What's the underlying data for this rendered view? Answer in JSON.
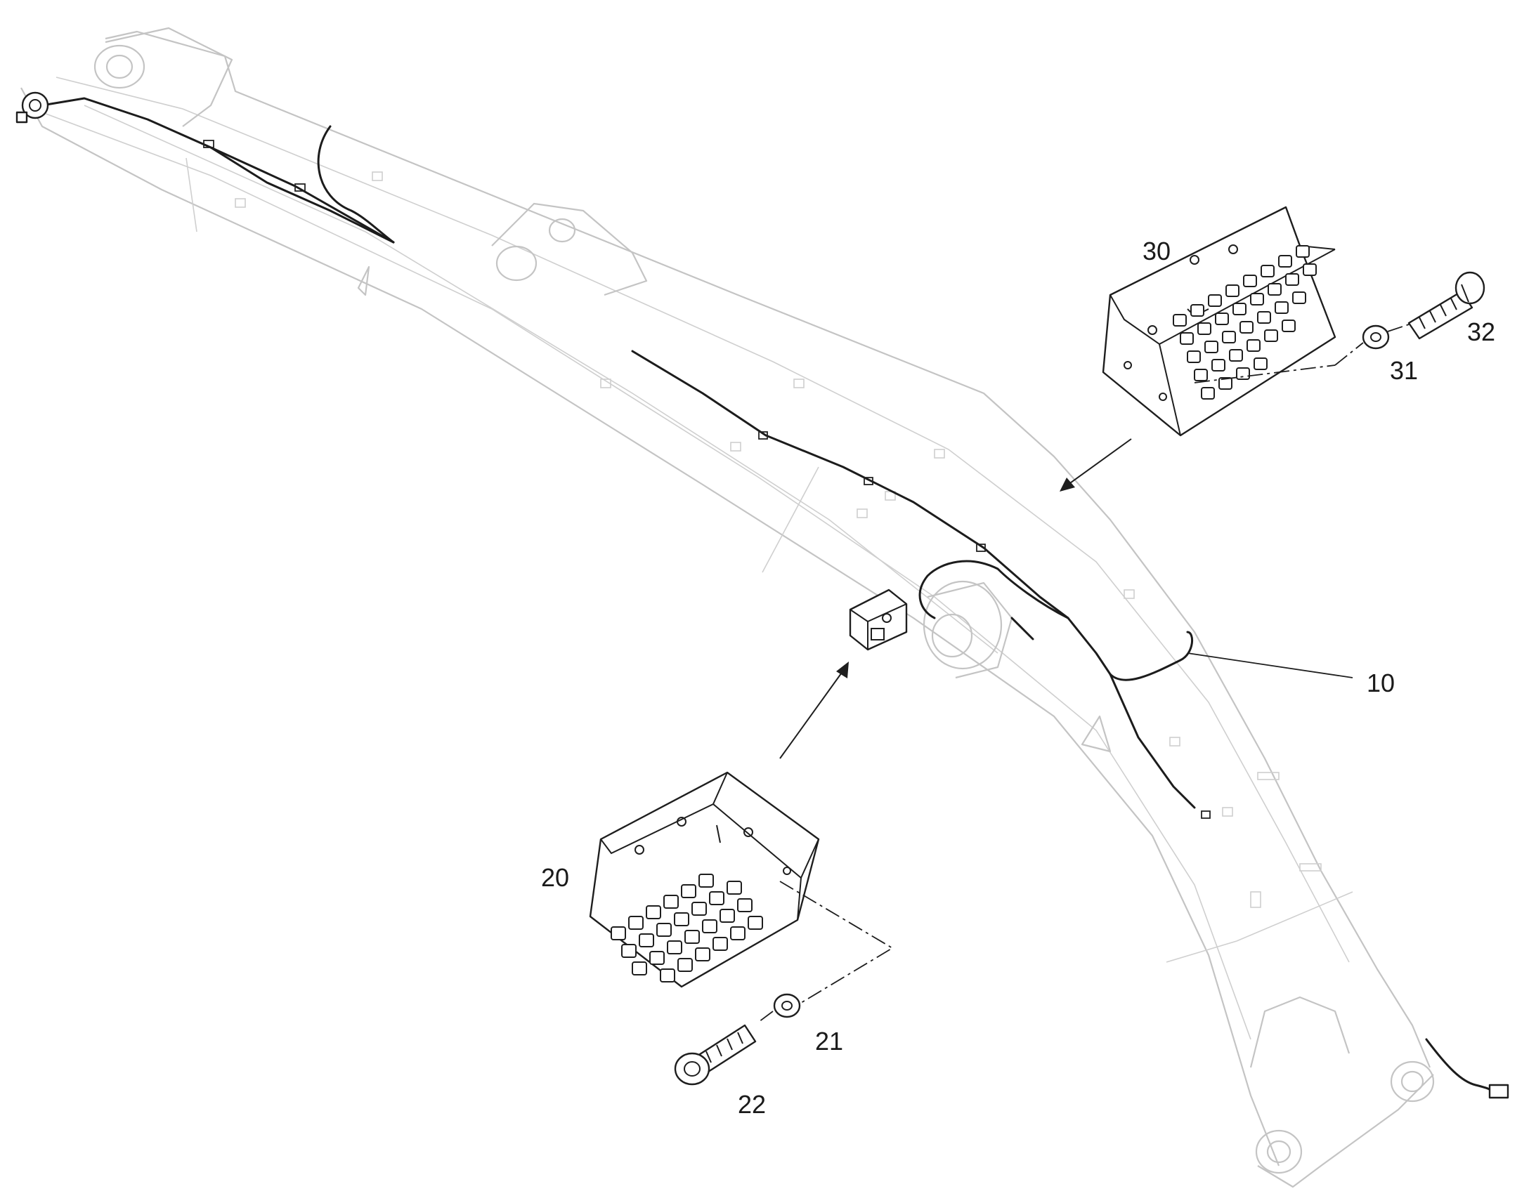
{
  "diagram": {
    "callouts": {
      "c10": "10",
      "c20": "20",
      "c21": "21",
      "c22": "22",
      "c30": "30",
      "c31": "31",
      "c32": "32"
    },
    "colors": {
      "outline": "#c4c4c4",
      "harness": "#1c1c1c",
      "part": "#1e1e1e"
    },
    "icons": [
      "boom-arm",
      "wiring-harness",
      "step-plate",
      "washer",
      "bolt",
      "connector-bracket"
    ]
  }
}
